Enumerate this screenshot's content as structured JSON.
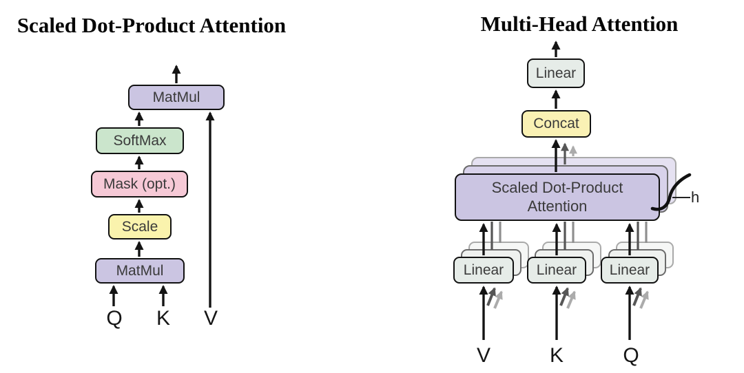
{
  "figure": {
    "left": {
      "title": "Scaled Dot-Product Attention",
      "matmul_top": "MatMul",
      "softmax": "SoftMax",
      "mask": "Mask (opt.)",
      "scale": "Scale",
      "matmul_bottom": "MatMul",
      "input_q": "Q",
      "input_k": "K",
      "input_v": "V"
    },
    "right": {
      "title": "Multi-Head Attention",
      "linear_out": "Linear",
      "concat": "Concat",
      "attention_line1": "Scaled Dot-Product",
      "attention_line2": "Attention",
      "linear_v": "Linear",
      "linear_k": "Linear",
      "linear_q": "Linear",
      "heads_label": "h",
      "input_v": "V",
      "input_k": "K",
      "input_q": "Q"
    }
  },
  "colors": {
    "purple": "#cbc5e2",
    "purple-mid": "#d8d2ea",
    "purple-back": "#e5e1f1",
    "green": "#cbe5cc",
    "pink": "#f6c9d6",
    "yellow": "#faf3ad",
    "concat-yellow": "#faf1b4",
    "linear-gray": "#e6ece8",
    "shadow-fill": "#eff1ef",
    "shadow-fill-back": "#f6f7f6",
    "border-black": "#111111",
    "border-mid": "#6b6b6b",
    "border-back": "#a9a9a9",
    "text-dark": "#3a3a3a"
  }
}
